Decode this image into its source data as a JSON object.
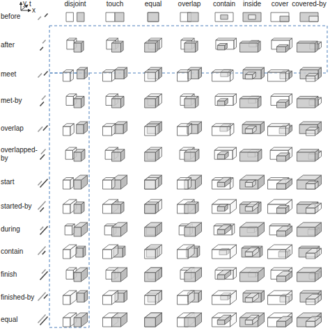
{
  "diagram": {
    "labels": [
      "y",
      "t",
      "x",
      "disjoint",
      "touch",
      "equal",
      "overlap",
      "contain",
      "inside",
      "cover",
      "covered-by",
      "before",
      "after",
      "meet",
      "met-by",
      "overlap",
      "overlapped-by",
      "start",
      "started-by",
      "during",
      "contain",
      "finish",
      "finished-by",
      "equal"
    ]
  }
}
